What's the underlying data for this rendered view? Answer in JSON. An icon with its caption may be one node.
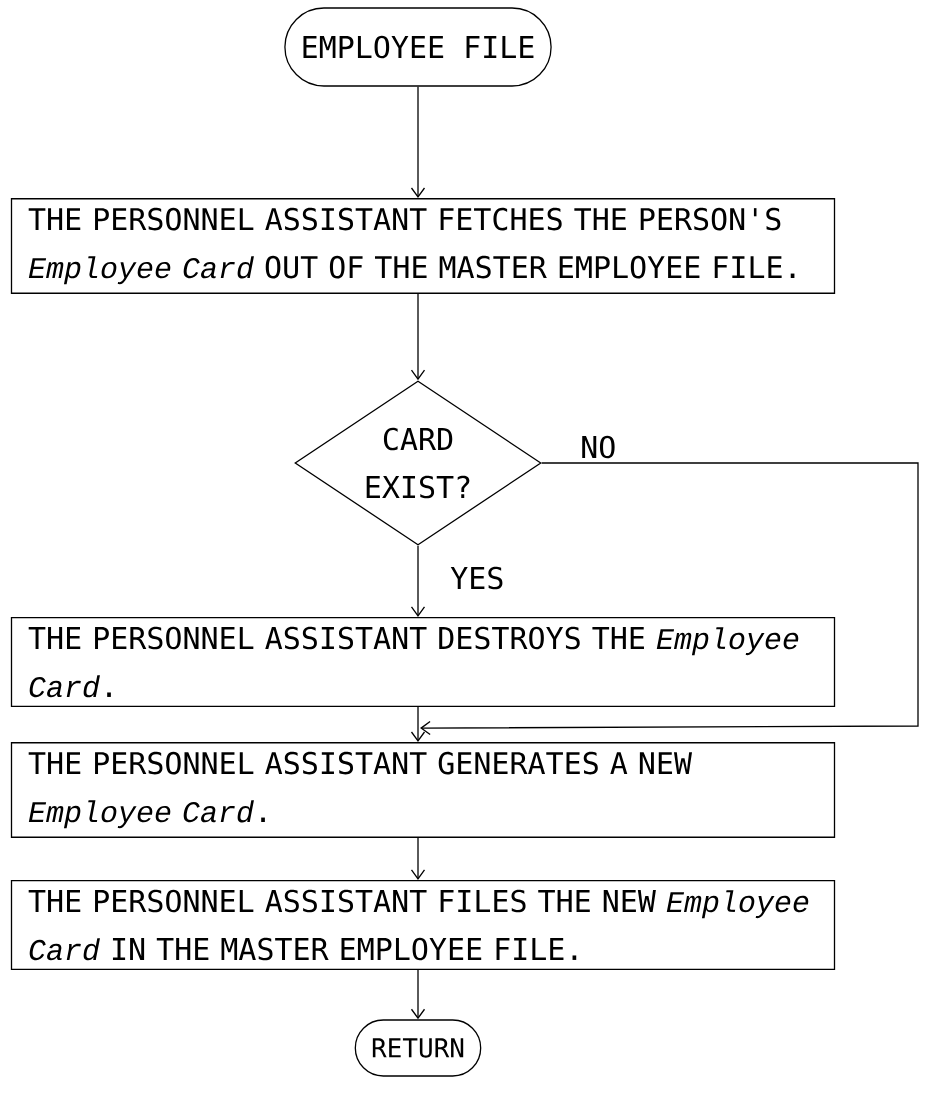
{
  "diagram": {
    "nodes": [
      {
        "text": [
          "EMPLOYEE FILE"
        ]
      },
      {
        "text": [
          "THE PERSONNEL ASSISTANT FETCHES THE PERSON'S *Employee Card* OUT OF THE MASTER EMPLOYEE FILE."
        ]
      },
      {
        "text": [
          "CARD EXIST?"
        ]
      },
      {
        "text": [
          "THE PERSONNEL ASSISTANT DESTROYS THE *Employee Card*."
        ]
      },
      {
        "text": [
          "THE PERSONNEL ASSISTANT GENERATES A NEW *Employee Card*."
        ]
      },
      {
        "text": [
          "THE PERSONNEL ASSISTANT FILES THE NEW *Employee Card* IN THE MASTER EMPLOYEE FILE."
        ]
      },
      {
        "text": [
          "RETURN"
        ]
      }
    ],
    "edges": [
      {
        "from": 0,
        "to": 1,
        "arrow": "to"
      },
      {
        "from": 1,
        "to": 2,
        "arrow": "to"
      },
      {
        "from": 2,
        "to": 3,
        "arrow": "to",
        "label": "YES"
      },
      {
        "from": 2,
        "to": 4,
        "arrow": "to",
        "label": "NO"
      },
      {
        "from": 3,
        "to": 4,
        "arrow": "to"
      },
      {
        "from": 4,
        "to": 5,
        "arrow": "to"
      },
      {
        "from": 5,
        "to": 6,
        "arrow": "to"
      }
    ]
  }
}
